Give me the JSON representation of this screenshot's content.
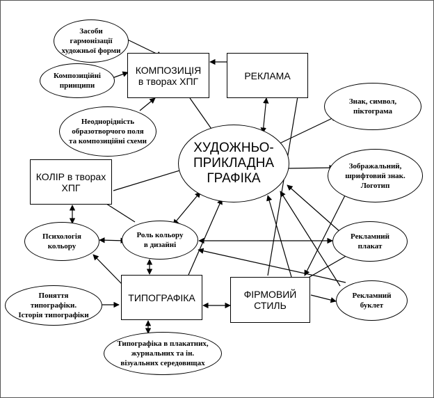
{
  "nodes": {
    "hpg": "ХУДОЖНЬО-\nПРИКЛАДНА\nГРАФІКА",
    "kompozytsiya": "КОМПОЗИЦІЯ\nв творах ХПГ",
    "reklama": "РЕКЛАМА",
    "kolir": "КОЛІР в творах\nХПГ",
    "typografika": "ТИПОГРАФІКА",
    "firmovyi_styl": "ФІРМОВИЙ\nСТИЛЬ",
    "zasoby": "Засоби\nгармонізації\nхудожньої форми",
    "pryntsypy": "Композиційні\nпринципи",
    "neodnoridnist": "Неоднорідність\nобразотворчого поля\nта композиційні схеми",
    "znak": "Знак, символ,\nпіктограма",
    "zobrazhalnyi": "Зображальний,\nшрифтовий знак.\nЛоготип",
    "psykhologiya": "Психологія\nкольору",
    "rol_koloru": "Роль кольору\nв дизайні",
    "plakat": "Рекламний\nплакат",
    "buklet": "Рекламний\nбуклет",
    "ponyattya": "Поняття\nтипографіки.\nІсторія типографіки",
    "typ_seredovyshcha": "Типографіка в плакатних,\nжурнальних та ін.\nвізуальних середовищах"
  }
}
